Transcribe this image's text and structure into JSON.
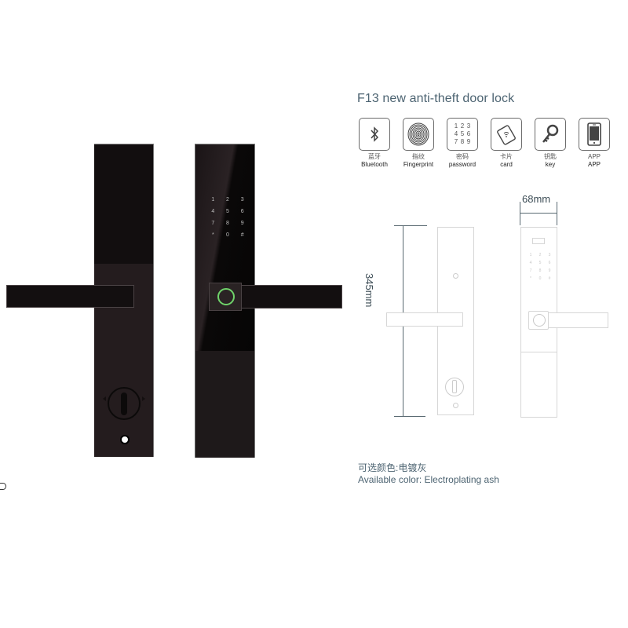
{
  "header": {
    "title": "F13 new anti-theft door lock"
  },
  "features": [
    {
      "icon": "bluetooth-icon",
      "label_cn": "蓝牙",
      "label_en": "Bluetooth"
    },
    {
      "icon": "fingerprint-icon",
      "label_cn": "指纹",
      "label_en": "Fingerprint"
    },
    {
      "icon": "keypad-icon",
      "label_cn": "密码",
      "label_en": "password",
      "digits": [
        "1",
        "2",
        "3",
        "4",
        "5",
        "6",
        "7",
        "8",
        "9"
      ]
    },
    {
      "icon": "card-icon",
      "label_cn": "卡片",
      "label_en": "card"
    },
    {
      "icon": "key-icon",
      "label_cn": "钥匙",
      "label_en": "key"
    },
    {
      "icon": "phone-icon",
      "label_cn": "APP",
      "label_en": "APP"
    }
  ],
  "product": {
    "keypad_keys": [
      "1",
      "2",
      "3",
      "4",
      "5",
      "6",
      "7",
      "8",
      "9",
      "*",
      "0",
      "#"
    ],
    "colors": {
      "body": "#241c1e",
      "glass": "#120e0f",
      "fingerprint_ring": "#6fd36a"
    }
  },
  "drawings": {
    "height_label": "345mm",
    "width_label": "68mm"
  },
  "footer": {
    "color_cn": "可选颜色:电镀灰",
    "color_en": "Available color: Electroplating ash"
  }
}
